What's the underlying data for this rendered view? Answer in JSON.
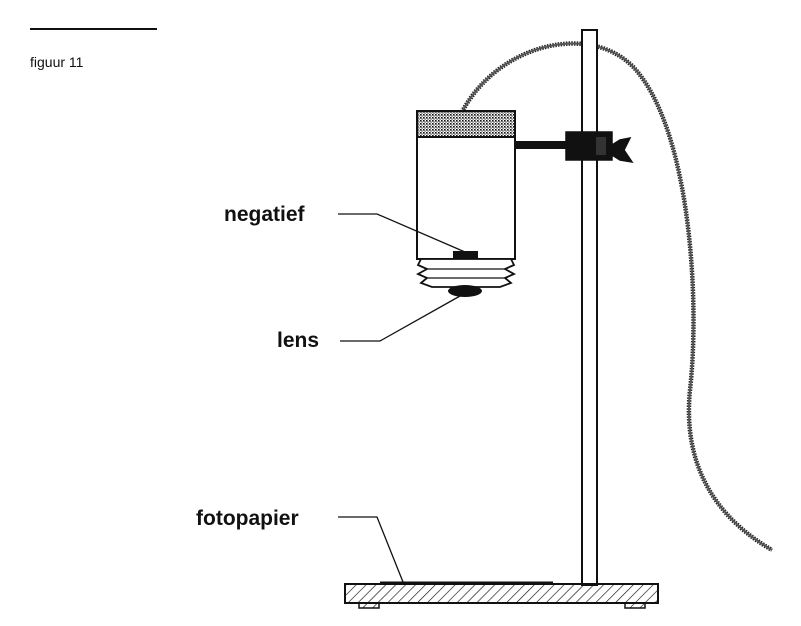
{
  "figure": {
    "caption": "figuur 11"
  },
  "labels": {
    "negative": "negatief",
    "lens": "lens",
    "photo_paper": "fotopapier"
  }
}
